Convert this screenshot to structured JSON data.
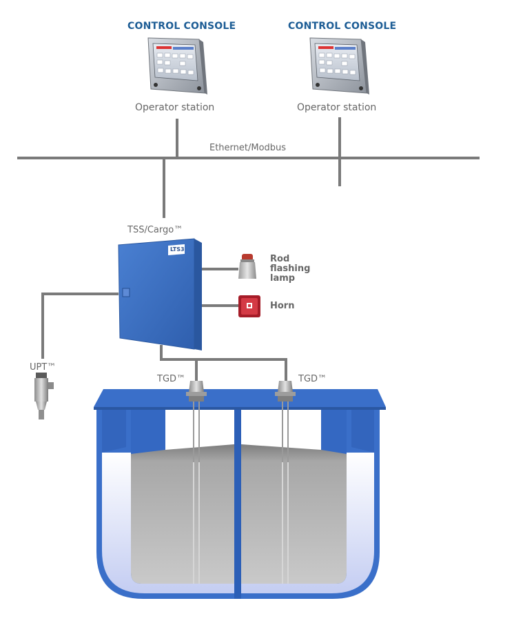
{
  "consoles": [
    {
      "title": "CONTROL CONSOLE",
      "station": "Operator station"
    },
    {
      "title": "CONTROL CONSOLE",
      "station": "Operator station"
    }
  ],
  "network": {
    "label": "Ethernet/Modbus"
  },
  "cabinet": {
    "label": "TSS/Cargo™",
    "badge": "LTS3"
  },
  "devices": {
    "lamp": {
      "line1": "Rod",
      "line2": "flashing",
      "line3": "lamp"
    },
    "horn": {
      "label": "Horn"
    },
    "upt": {
      "label": "UPT™"
    },
    "tgd_left": {
      "label": "TGD™"
    },
    "tgd_right": {
      "label": "TGD™"
    }
  },
  "colors": {
    "console_title": "#1d5d95",
    "line_gray": "#7a7a7a",
    "cabinet_blue": "#3f73c4",
    "tank_blue": "#3a6fc9",
    "cargo_gray": "#b9b9b9",
    "horn_red": "#cc2a36"
  }
}
